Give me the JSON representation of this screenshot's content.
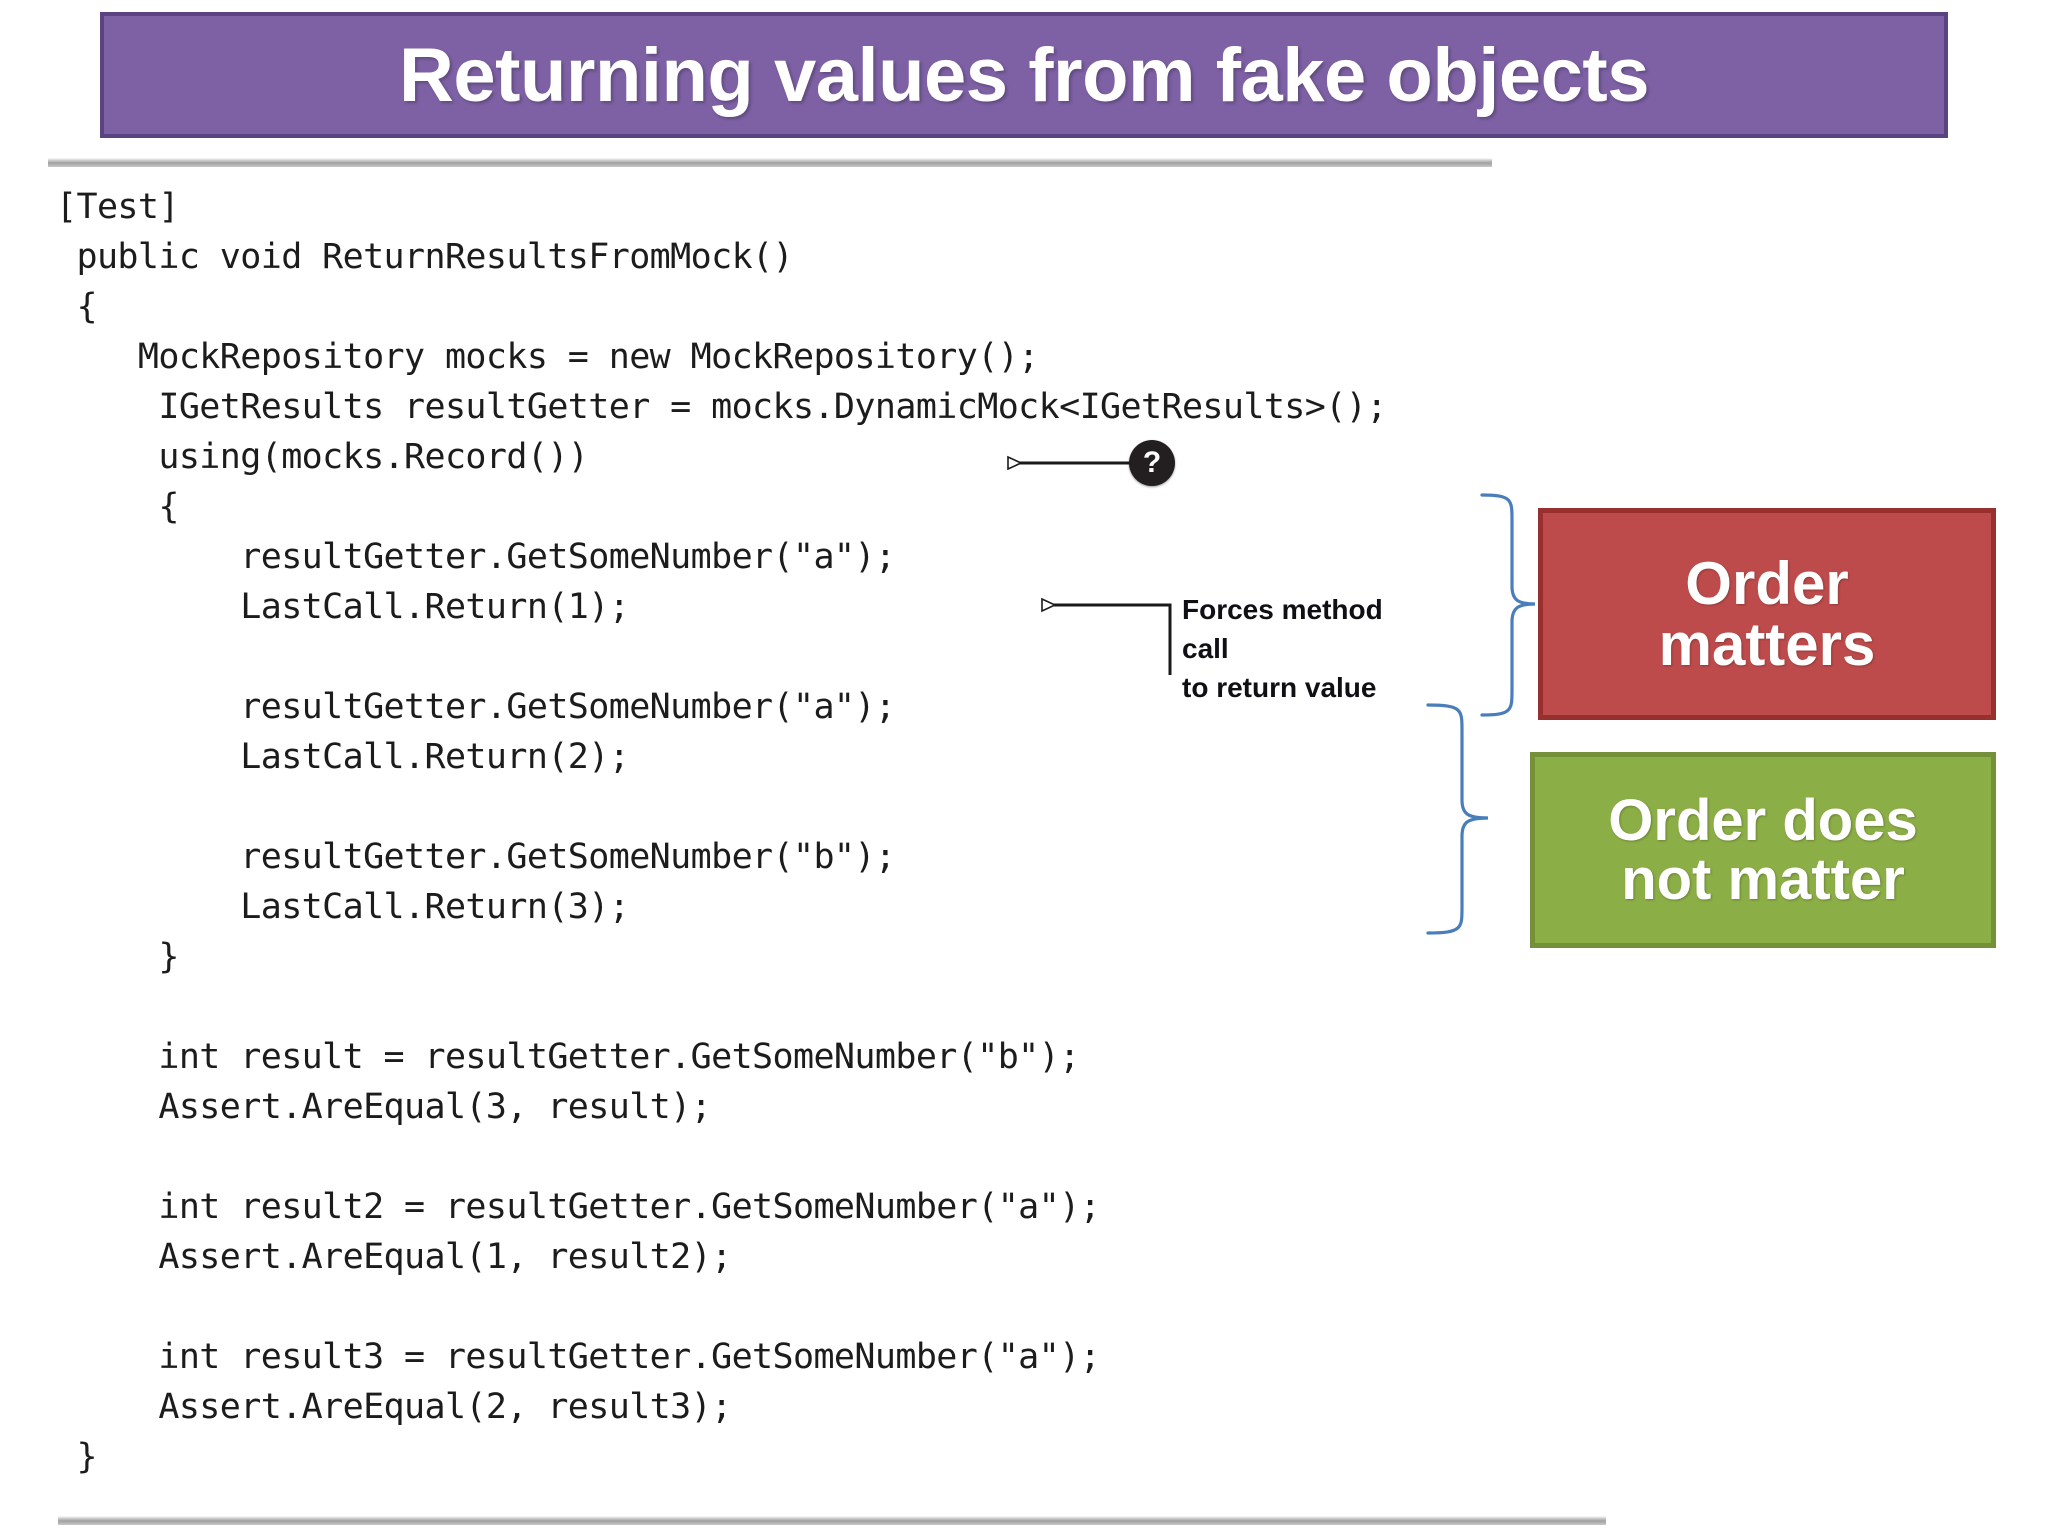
{
  "slide": {
    "title": "Returning values from fake objects",
    "title_bg": "#7E61A5",
    "title_border": "#5B4280",
    "title_color": "#FFFFFF"
  },
  "code": {
    "language": "csharp",
    "lines": [
      "[Test]",
      " public void ReturnResultsFromMock()",
      " {",
      "    MockRepository mocks = new MockRepository();",
      "     IGetResults resultGetter = mocks.DynamicMock<IGetResults>();",
      "     using(mocks.Record())",
      "     {",
      "         resultGetter.GetSomeNumber(\"a\");",
      "         LastCall.Return(1);",
      "",
      "         resultGetter.GetSomeNumber(\"a\");",
      "         LastCall.Return(2);",
      "",
      "         resultGetter.GetSomeNumber(\"b\");",
      "         LastCall.Return(3);",
      "     }",
      "",
      "     int result = resultGetter.GetSomeNumber(\"b\");",
      "     Assert.AreEqual(3, result);",
      "",
      "     int result2 = resultGetter.GetSomeNumber(\"a\");",
      "     Assert.AreEqual(1, result2);",
      "",
      "     int result3 = resultGetter.GetSomeNumber(\"a\");",
      "     Assert.AreEqual(2, result3);",
      " }"
    ]
  },
  "annotations": {
    "question_badge": {
      "glyph": "?",
      "color": "#231F20"
    },
    "forces_note": {
      "line1": "Forces method call",
      "line2": "to return value"
    }
  },
  "callouts": [
    {
      "id": "order-matters",
      "label": "Order matters",
      "line1": "Order",
      "line2": "matters",
      "fill": "#BE4B4B",
      "border": "#97302F",
      "text_color": "#FFFFFF"
    },
    {
      "id": "order-does-not-matter",
      "label": "Order does not matter",
      "line1": "Order does",
      "line2": "not matter",
      "fill": "#8CAE46",
      "border": "#74913A",
      "text_color": "#FFFFFF"
    }
  ],
  "decor": {
    "brace_color": "#4A7EBB",
    "rule_color": "#A0A0A0",
    "arrow_color": "#1A1A1A"
  }
}
